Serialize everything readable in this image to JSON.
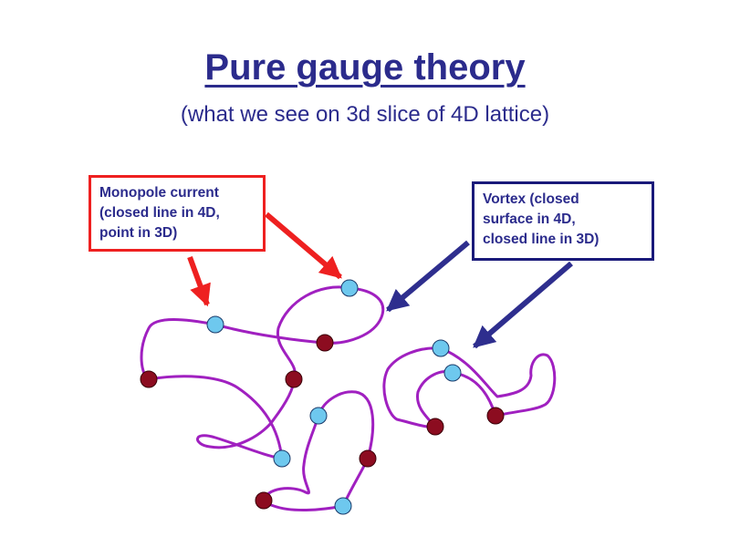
{
  "title": "Pure gauge theory",
  "subtitle": "(what we see on 3d slice of 4D lattice)",
  "monopole_label": "Monopole current\n(closed line in 4D,\npoint in 3D)",
  "vortex_label": "Vortex (closed\nsurface in 4D,\nclosed line in 3D)",
  "colors": {
    "text": "#2b2b8c",
    "monopole_border": "#ee2020",
    "vortex_border": "#1a1a7a",
    "monopole_arrow": "#ee2020",
    "vortex_arrow": "#2e2e8e",
    "vortex_line": "#a020c0",
    "light_dot": "#6ec8ee",
    "dark_dot": "#8c0c20"
  }
}
